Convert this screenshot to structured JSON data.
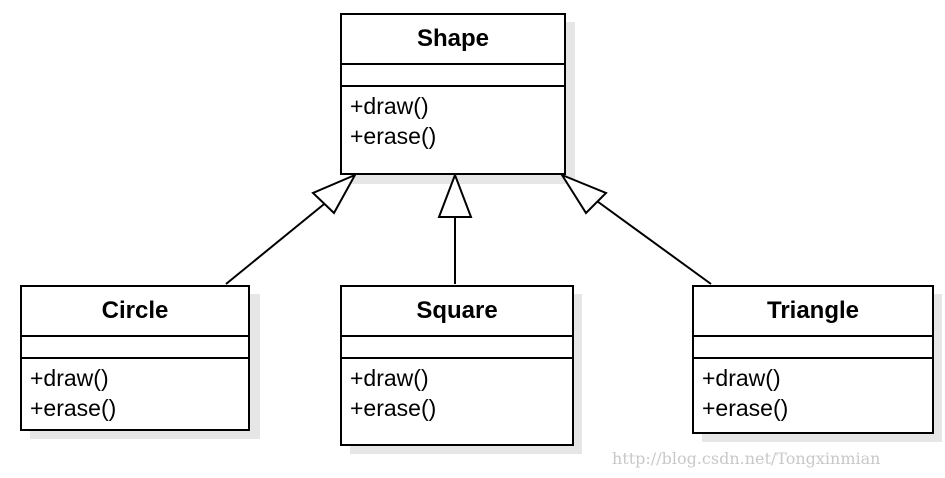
{
  "diagram": {
    "parent": {
      "name": "Shape",
      "operations": [
        "+draw()",
        "+erase()"
      ]
    },
    "children": [
      {
        "name": "Circle",
        "operations": [
          "+draw()",
          "+erase()"
        ]
      },
      {
        "name": "Square",
        "operations": [
          "+draw()",
          "+erase()"
        ]
      },
      {
        "name": "Triangle",
        "operations": [
          "+draw()",
          "+erase()"
        ]
      }
    ],
    "relationship": "generalization"
  },
  "watermark": "http://blog.csdn.net/Tongxinmian",
  "colors": {
    "line": "#000000",
    "background": "#ffffff",
    "shadow": "#e6e6e6",
    "watermark": "#c8c8c8"
  }
}
